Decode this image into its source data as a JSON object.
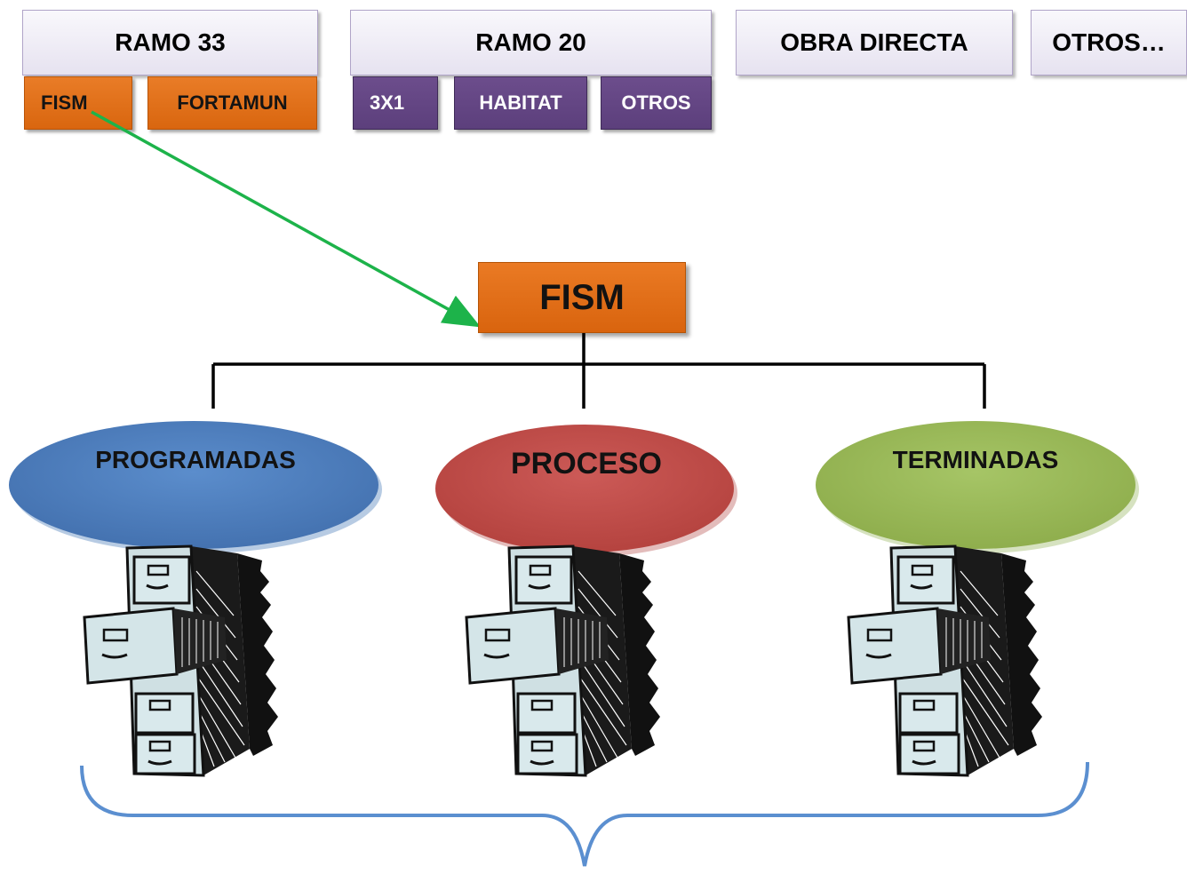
{
  "tabs": {
    "ramo33": "RAMO 33",
    "ramo20": "RAMO 20",
    "obra_directa": "OBRA DIRECTA",
    "otros": "OTROS…"
  },
  "subtabs": {
    "fism": "FISM",
    "fortamun": "FORTAMUN",
    "tres_x_uno": "3X1",
    "habitat": "HABITAT",
    "otros": "OTROS"
  },
  "center_box": "FISM",
  "categories": [
    {
      "label": "PROGRAMADAS",
      "color": "#4f80bd"
    },
    {
      "label": "PROCESO",
      "color": "#c0504d"
    },
    {
      "label": "TERMINADAS",
      "color": "#9bbb59"
    }
  ],
  "colors": {
    "arrow": "#1db34a",
    "brace": "#5b8fd0",
    "orange": "#e36c0a",
    "purple": "#5f4282"
  },
  "icons": [
    "filing-cabinet-icon",
    "filing-cabinet-icon",
    "filing-cabinet-icon"
  ]
}
